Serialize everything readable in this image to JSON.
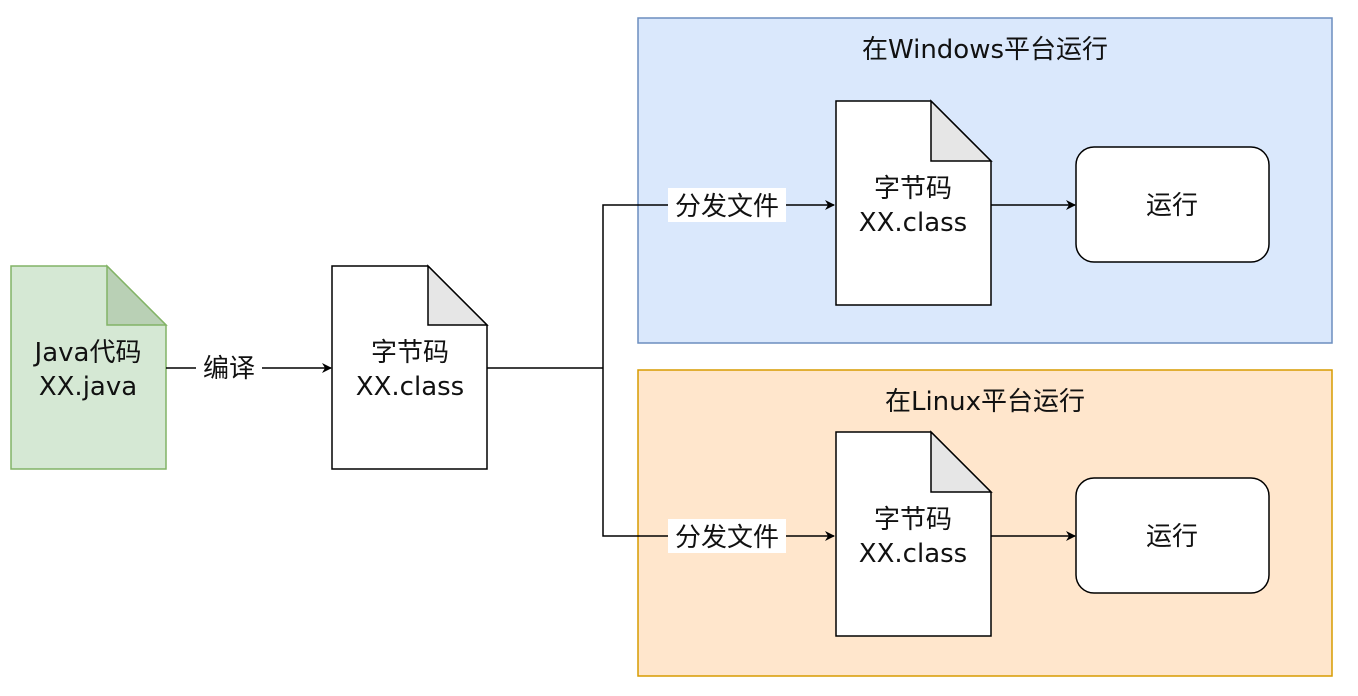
{
  "source": {
    "line1": "Java代码",
    "line2": "XX.java"
  },
  "compile_edge": {
    "label": "编译"
  },
  "bytecode": {
    "line1": "字节码",
    "line2": "XX.class"
  },
  "windows": {
    "title": "在Windows平台运行",
    "edge_label": "分发文件",
    "file_line1": "字节码",
    "file_line2": "XX.class",
    "run_label": "运行"
  },
  "linux": {
    "title": "在Linux平台运行",
    "edge_label": "分发文件",
    "file_line1": "字节码",
    "file_line2": "XX.class",
    "run_label": "运行"
  },
  "colors": {
    "source_fill": "#d5e8d4",
    "source_stroke": "#82b366",
    "windows_fill": "#dae8fc",
    "windows_stroke": "#6c8ebf",
    "linux_fill": "#ffe6cc",
    "linux_stroke": "#d79b00",
    "fold_fill": "#e6e6e6",
    "source_fold_fill": "#b9d0b5"
  }
}
